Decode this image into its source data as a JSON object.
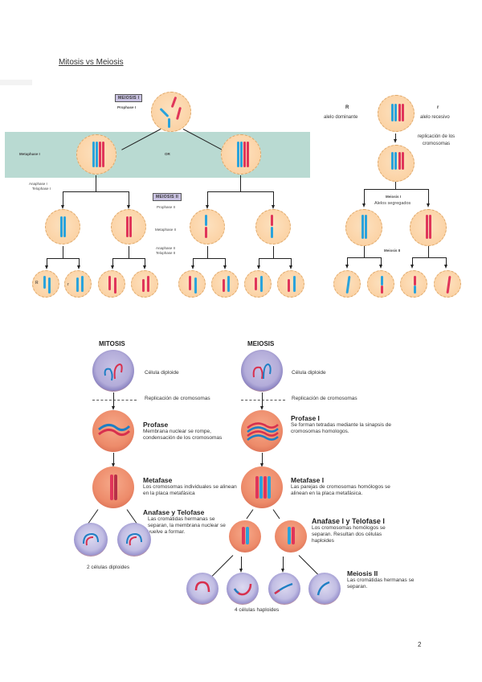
{
  "page": {
    "title": "Mitosis vs Meiosis",
    "page_number": "2"
  },
  "diagram1": {
    "meiosis1_tag": "MEIOSIS I",
    "prophase1": "Prophase I",
    "metaphase1": "Metaphase I",
    "or_label": "OR",
    "anaphase1": "Anaphase I",
    "telophase1": "Telophase I",
    "meiosis2_tag": "MEIOSIS II",
    "prophase2": "Prophase II",
    "metaphase2": "Metaphase II",
    "anaphase2": "Anaphase II",
    "telophase2": "Telophase II",
    "allele_R": "R",
    "allele_r": "r"
  },
  "diagram2": {
    "allele_R": "R",
    "dominant": "alelo dominante",
    "allele_r": "r",
    "recessive": "alelo recesivo",
    "replication": "replicación de los cromosomas",
    "meiosis1": "Meiosis I",
    "segregated": "Alelos segregados",
    "meiosis2": "Meiosis II"
  },
  "diagram3": {
    "mitosis_header": "MITOSIS",
    "meiosis_header": "MEIOSIS",
    "diploid_cell": "Célula diploide",
    "replication": "Replicación de cromosomas",
    "mitosis_steps": [
      {
        "title": "Profase",
        "desc": "Membrana nuclear se rompe, condensación de los cromosomas"
      },
      {
        "title": "Metafase",
        "desc": "Los cromosomas individuales se alinean en la placa metafásica"
      },
      {
        "title": "Anafase y Telofase",
        "desc": "Las cromátidas hermanas se separan, la membrana nuclear se vuelve a formar."
      }
    ],
    "mitosis_result": "2 células diploides",
    "meiosis_steps": [
      {
        "title": "Profase I",
        "desc": "Se forman tetradas mediante la sinapsis de cromosomas homologos."
      },
      {
        "title": "Metafase I",
        "desc": "Las parejas de cromosomas homólogos se alinean en la placa metafásica."
      },
      {
        "title": "Anafase I y Telofase I",
        "desc": "Los cromosomas homólogos se separan. Resultan dos células haploides"
      },
      {
        "title": "Meiosis II",
        "desc": "Las cromátidas hermanas se separan."
      }
    ],
    "meiosis_result": "4 células haploides"
  }
}
